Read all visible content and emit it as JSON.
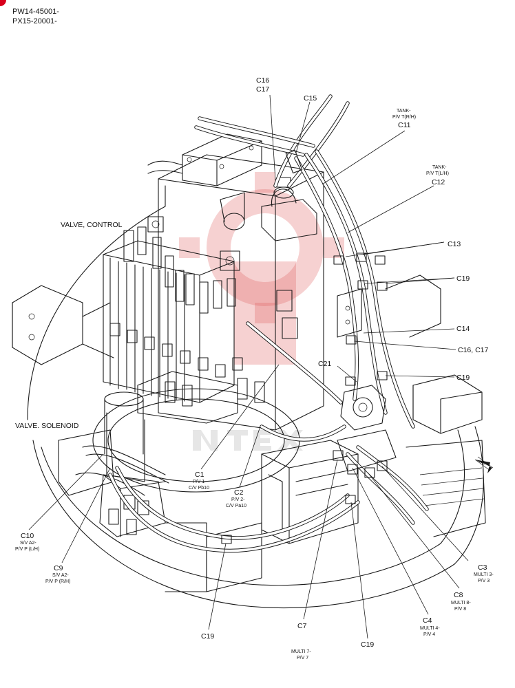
{
  "header": {
    "line1": "PW14-45001-",
    "line2": "PX15-20001-"
  },
  "labels": {
    "valve_control": "VALVE, CONTROL",
    "valve_solenoid": "VALVE. SOLENOID"
  },
  "callouts": {
    "c16_top": "C16",
    "c17_top": "C17",
    "c15": "C15",
    "c11_sub1": "TANK-",
    "c11_sub2": "P/V T(R/H)",
    "c11": "C11",
    "c12_sub1": "TANK-",
    "c12_sub2": "P/V T(L/H)",
    "c12": "C12",
    "c13": "C13",
    "c19_a": "C19",
    "c14": "C14",
    "c16c17": "C16, C17",
    "c21": "C21",
    "c19_b": "C19",
    "c1": "C1",
    "c1_sub1": "P/V 1-",
    "c1_sub2": "C/V Pb10",
    "c2": "C2",
    "c2_sub1": "P/V 2-",
    "c2_sub2": "C/V Pa10",
    "c10": "C10",
    "c10_sub1": "S/V A2-",
    "c10_sub2": "P/V P (L/H)",
    "c9": "C9",
    "c9_sub1": "S/V A2-",
    "c9_sub2": "P/V P (R/H)",
    "c19_c": "C19",
    "c7": "C7",
    "c7_sub1": "MULTI 7-",
    "c7_sub2": "P/V 7",
    "c19_d": "C19",
    "c4": "C4",
    "c4_sub1": "MULTI 4-",
    "c4_sub2": "P/V 4",
    "c8": "C8",
    "c8_sub1": "MULTI 8-",
    "c8_sub2": "P/V 8",
    "c3": "C3",
    "c3_sub1": "MULTI 3-",
    "c3_sub2": "P/V 3"
  },
  "colors": {
    "line": "#1a1a1a",
    "watermark": "#e05a5a",
    "corner_mark": "#d8001c"
  },
  "icons": {
    "forward_arrow": "arrow-icon"
  }
}
